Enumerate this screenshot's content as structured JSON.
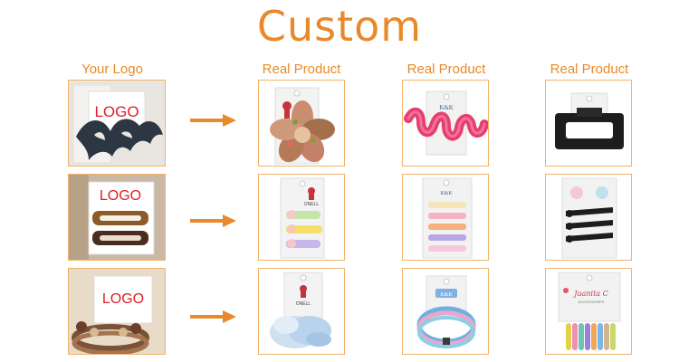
{
  "header": {
    "title": "Custom"
  },
  "columns": {
    "your_logo": "Your Logo",
    "real_product": "Real Product"
  },
  "cards": {
    "logo_text": "LOGO",
    "brand_onell": "ONELL",
    "brand_kk": "K&K",
    "brand_juanita": "Juanita C",
    "brand_juanita_sub": "ACCESSORIES"
  },
  "colors": {
    "accent": "#e8892b",
    "tile_border": "#f1b26a",
    "logo_red": "#e21d25"
  }
}
